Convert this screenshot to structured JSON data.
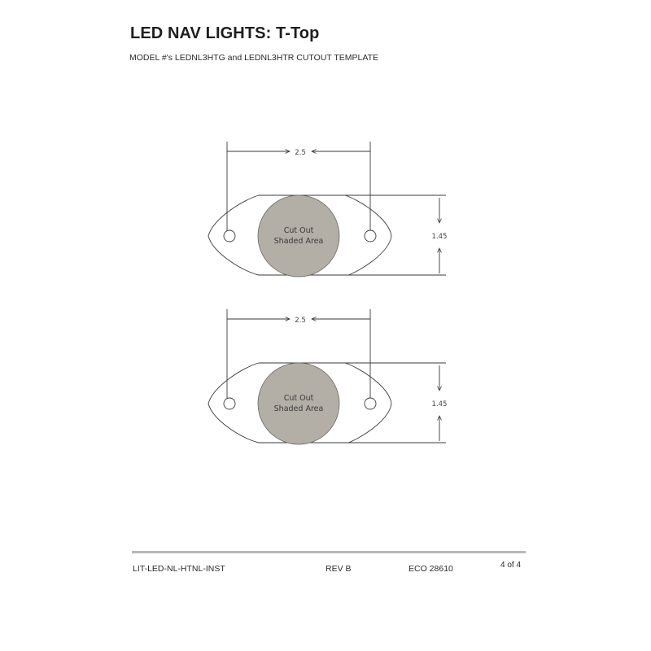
{
  "header": {
    "title": "LED NAV LIGHTS: T-Top",
    "subtitle": "MODEL #'s LEDNL3HTG and LEDNL3HTR CUTOUT TEMPLATE"
  },
  "templates": [
    {
      "cutout_label_line1": "Cut Out",
      "cutout_label_line2": "Shaded Area",
      "hole_spacing": "2.5",
      "height": "1.45"
    },
    {
      "cutout_label_line1": "Cut Out",
      "cutout_label_line2": "Shaded Area",
      "hole_spacing": "2.5",
      "height": "1.45"
    }
  ],
  "colors": {
    "cutout_fill": "#b3aea6",
    "line": "#3a3a3a",
    "footer_rule": "#b8b8b8"
  },
  "footer": {
    "document_id": "LIT-LED-NL-HTNL-INST",
    "revision": "REV B",
    "eco": "ECO 28610",
    "page": "4 of 4"
  }
}
